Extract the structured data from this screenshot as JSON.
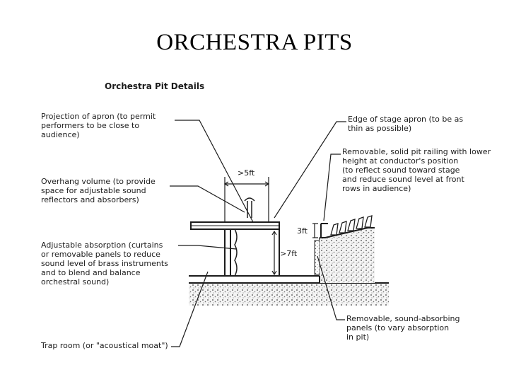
{
  "slide_title": "ORCHESTRA PITS",
  "figure_title": "Orchestra Pit Details",
  "labels": {
    "projection_of_apron": "Projection of apron (to permit\nperformers to be close to\naudience)",
    "overhang_volume": "Overhang volume (to provide\nspace for adjustable sound\nreflectors and absorbers)",
    "adjustable_absorption": "Adjustable absorption (curtains\nor removable panels to reduce\nsound level of brass instruments\nand to blend and balance\norchestral sound)",
    "trap_room": "Trap room (or \"acoustical moat\")",
    "edge_of_stage_apron": "Edge of stage apron (to be as\nthin as possible)",
    "removable_pit_railing": "Removable, solid pit railing with lower\nheight at conductor's position\n(to reflect sound toward stage\nand reduce sound level at front\nrows in audience)",
    "removable_panels": "Removable, sound-absorbing\npanels (to vary absorption\nin pit)"
  },
  "dimensions": {
    "overhang_depth": ">5ft",
    "pit_depth": ">7ft",
    "railing_height": "3ft"
  },
  "colors": {
    "ink": "#1c1c1c",
    "background": "#ffffff"
  }
}
